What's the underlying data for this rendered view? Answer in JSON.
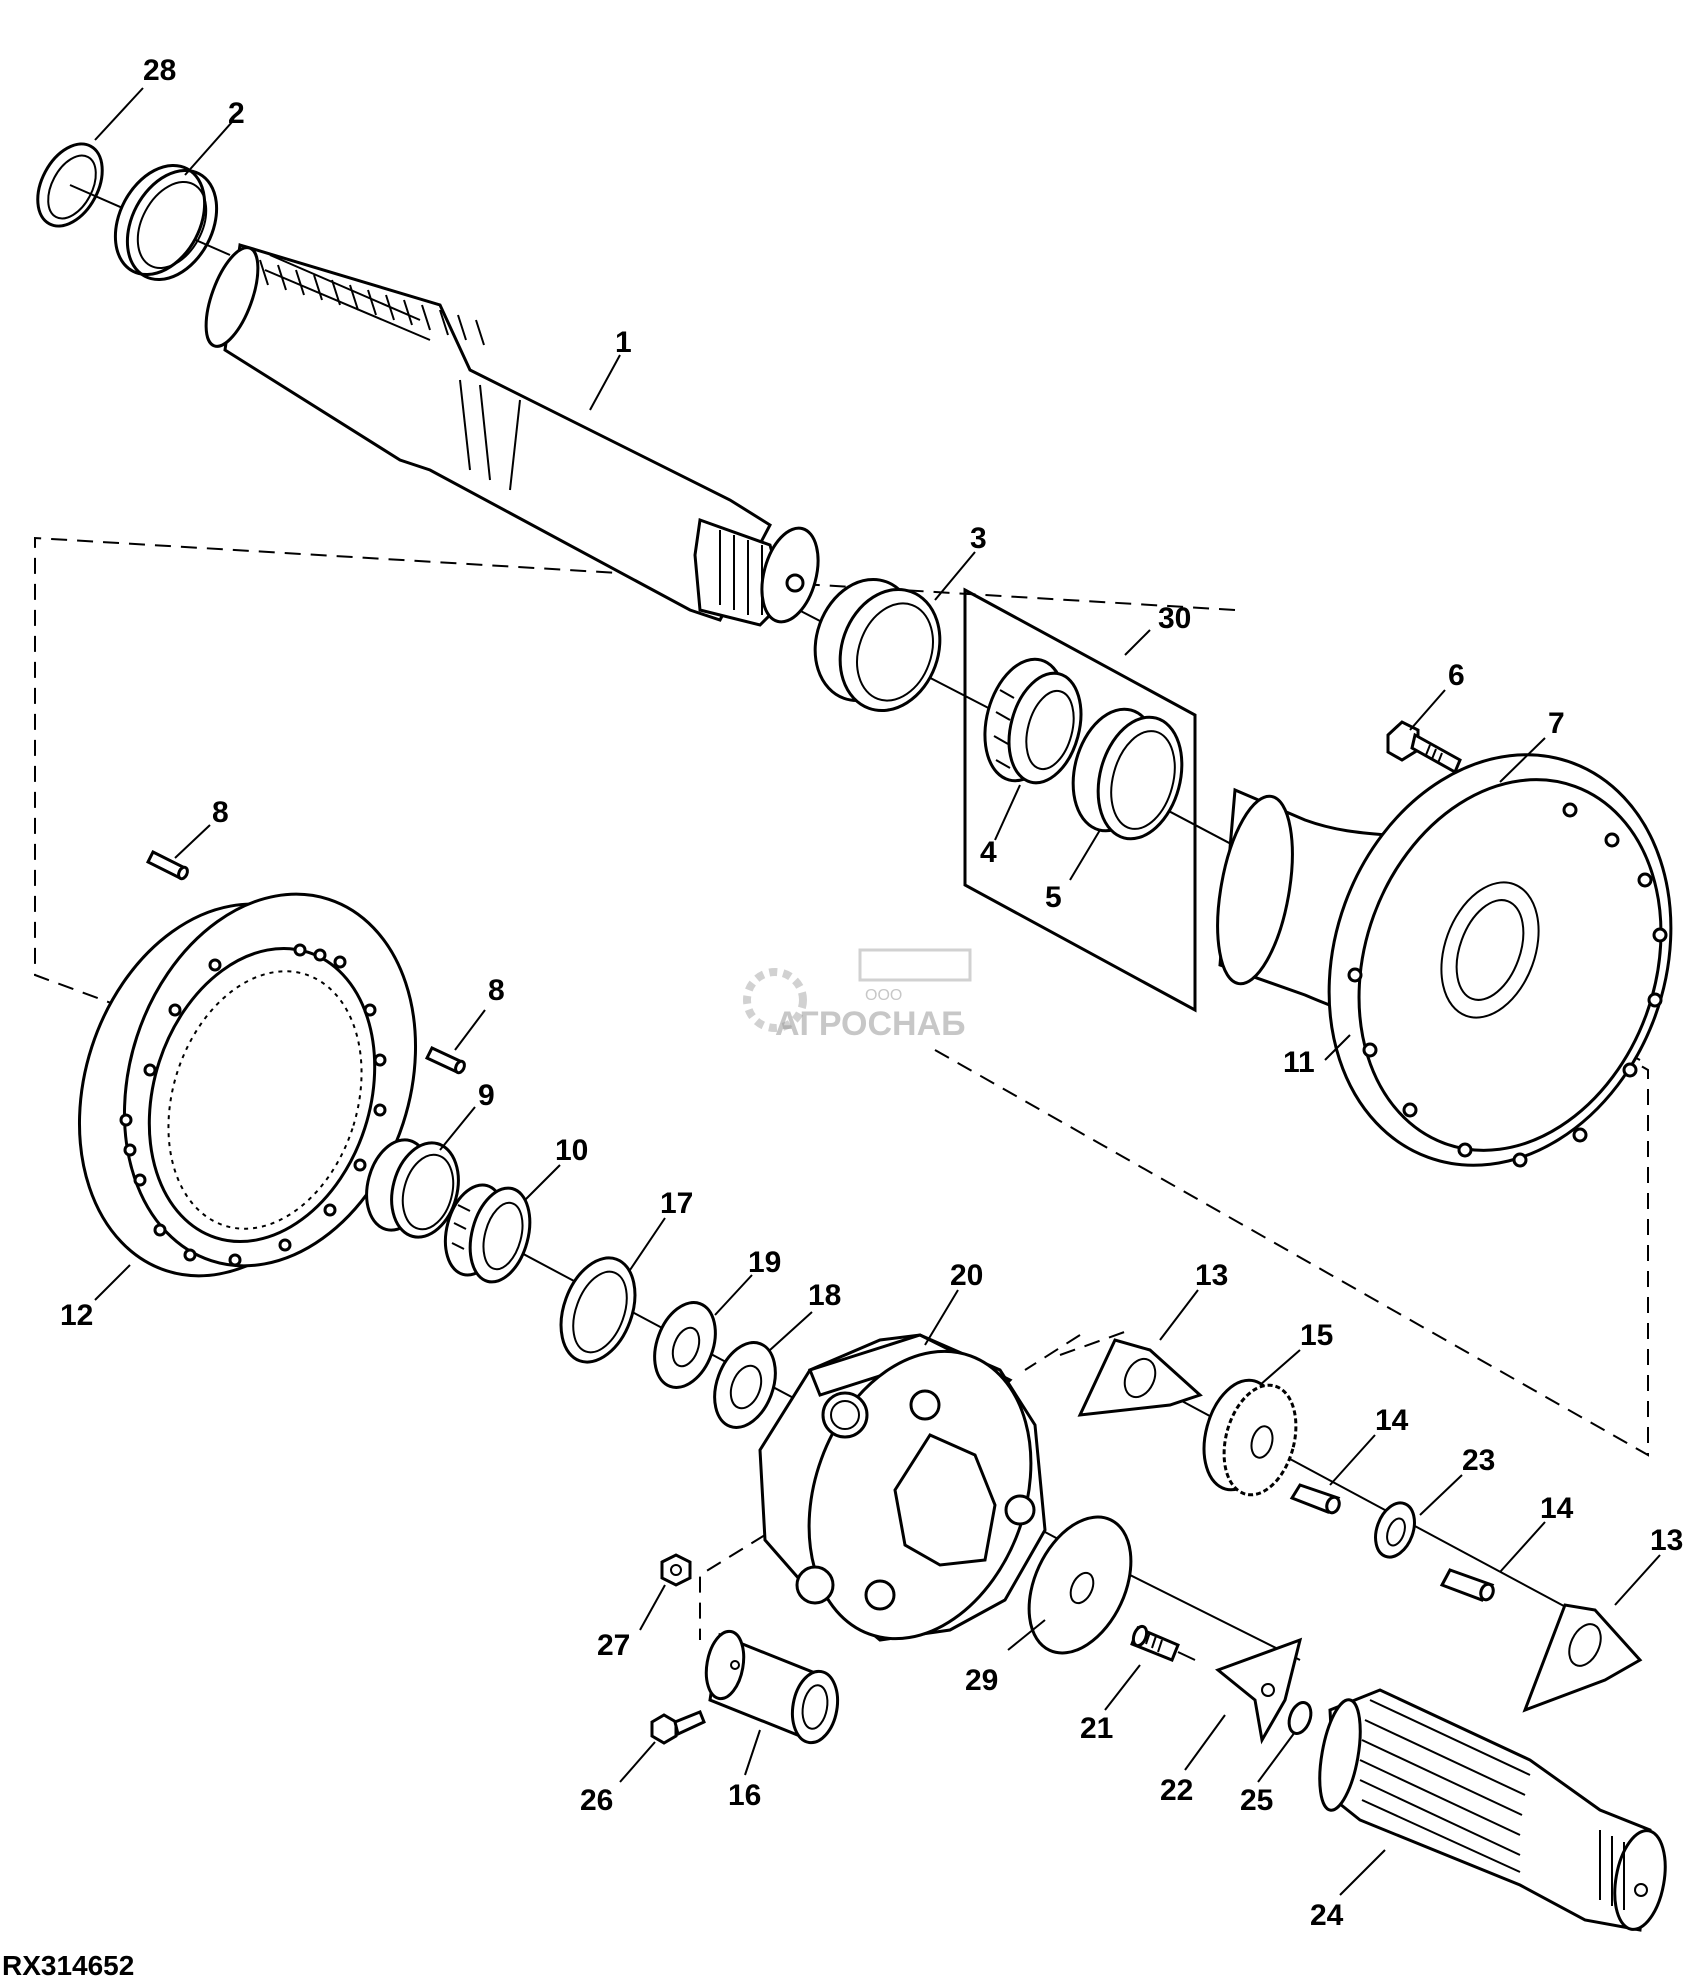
{
  "figure_code": "RX314652",
  "watermark": {
    "company": "АГРОСНАБ",
    "prefix": "ООО"
  },
  "callouts": [
    {
      "id": "c28",
      "label": "28"
    },
    {
      "id": "c2",
      "label": "2"
    },
    {
      "id": "c1",
      "label": "1"
    },
    {
      "id": "c3",
      "label": "3"
    },
    {
      "id": "c30",
      "label": "30"
    },
    {
      "id": "c4",
      "label": "4"
    },
    {
      "id": "c5",
      "label": "5"
    },
    {
      "id": "c6",
      "label": "6"
    },
    {
      "id": "c7",
      "label": "7"
    },
    {
      "id": "c11",
      "label": "11"
    },
    {
      "id": "c8a",
      "label": "8"
    },
    {
      "id": "c8b",
      "label": "8"
    },
    {
      "id": "c9",
      "label": "9"
    },
    {
      "id": "c10",
      "label": "10"
    },
    {
      "id": "c12",
      "label": "12"
    },
    {
      "id": "c17",
      "label": "17"
    },
    {
      "id": "c19",
      "label": "19"
    },
    {
      "id": "c18",
      "label": "18"
    },
    {
      "id": "c20",
      "label": "20"
    },
    {
      "id": "c13a",
      "label": "13"
    },
    {
      "id": "c15",
      "label": "15"
    },
    {
      "id": "c14a",
      "label": "14"
    },
    {
      "id": "c23",
      "label": "23"
    },
    {
      "id": "c14b",
      "label": "14"
    },
    {
      "id": "c13b",
      "label": "13"
    },
    {
      "id": "c27",
      "label": "27"
    },
    {
      "id": "c29",
      "label": "29"
    },
    {
      "id": "c21",
      "label": "21"
    },
    {
      "id": "c22",
      "label": "22"
    },
    {
      "id": "c25",
      "label": "25"
    },
    {
      "id": "c26",
      "label": "26"
    },
    {
      "id": "c16",
      "label": "16"
    },
    {
      "id": "c24",
      "label": "24"
    }
  ]
}
